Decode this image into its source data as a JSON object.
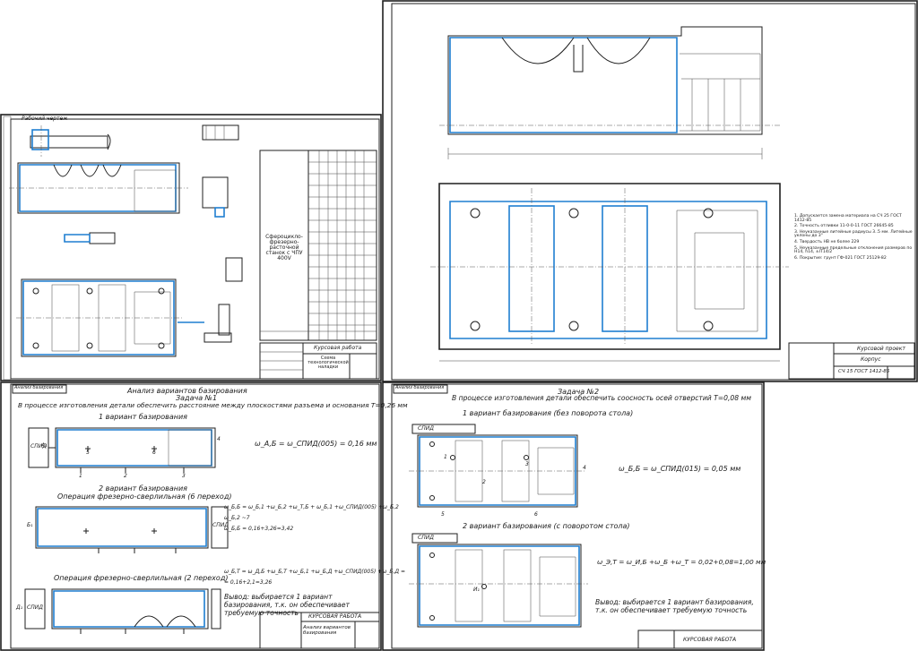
{
  "sheet1": {
    "stamp_vertical": "Рабочий чертеж",
    "machine": "Сфероцикло-фрезерно-расточной станок с ЧПУ 400V",
    "title_block": "Курсовая работа",
    "title_sub": "Схема технологической наладки"
  },
  "sheet2": {
    "notes": [
      "1. Допускается замена материала на СЧ 25 ГОСТ 1412-85",
      "2. Точность отливки 11-0-0-11 ГОСТ 26645-85",
      "3. Неуказанные литейные радиусы 3..5 мм. Литейные уклоны до 3°",
      "4. Твердость НВ не более 229",
      "5. Неуказанные предельные отклонения размеров по Н14, h14, ±IT14/2",
      "6. Покрытие: грунт ГФ-021 ГОСТ 25129-82"
    ],
    "title_block": "Курсовой проект",
    "part_name": "Корпус",
    "material": "СЧ 15 ГОСТ 1412-85"
  },
  "sheet3": {
    "stamp_vertical": "Анализ базирования",
    "heading": "Анализ вариантов базирования",
    "task": "Задача №1",
    "intro": "В процессе изготовления детали обеспечить расстояние между плоскостями разъема и основания T=0,26 мм",
    "variant1": "1 вариант базирования",
    "variant2": "2 вариант базирования",
    "operation1": "Операция фрезерно-сверлильная (6 переход)",
    "operation2": "Операция фрезерно-сверлильная (2 переход)",
    "spid": "СПИД",
    "formula1": "ω_A,Б = ω_СПИД(005) = 0,16 мм",
    "formula2a": "ω_Б,Б = ω_Б,1 +ω_Б,2 +ω_Т,Б + ω_Б,1 +ω_СПИД(005) +ω_Б,2",
    "formula2b": "ω_Б,2 ~7",
    "formula2c": "ω_Б,Б = 0,16+3,26=3,42",
    "formula3a": "ω_Б,Т = ω_Д,Б +ω_Б,Т +ω_Б,1 +ω_Б,Д +ω_СПИД(005) +ω_Б,Д =",
    "formula3b": "= 0,16+2,1=3,26",
    "conclusion": "Вывод: выбирается 1 вариант базирования, т.к. он обеспечивает требуемую точность",
    "title_block": "КУРСОВАЯ РАБОТА",
    "title_sub": "Анализ вариантов базирования"
  },
  "sheet4": {
    "stamp_vertical": "Анализ базирования",
    "task": "Задача №2",
    "intro": "В процессе изготовления детали обеспечить соосность осей отверстий T=0,08 мм",
    "variant1": "1 вариант базирования (без поворота стола)",
    "variant2": "2 вариант базирования (с поворотом стола)",
    "spid": "СПИД",
    "formula1": "ω_Б,Б = ω_СПИД(015) = 0,05 мм",
    "formula2": "ω_Э,Т = ω_И,Б +ω_Б +ω_Т = 0,02+0,08=1,00 мм",
    "conclusion": "Вывод: выбирается 1 вариант базирования, т.к. он обеспечивает требуемую точность",
    "title_block": "КУРСОВАЯ РАБОТА"
  },
  "labels": {
    "n1": "1",
    "n2": "2",
    "n3": "3",
    "n4": "4",
    "n5": "5",
    "n6": "6",
    "a1": "A₁",
    "b1": "Б₁",
    "d1": "Д₁",
    "i1": "И₁"
  }
}
